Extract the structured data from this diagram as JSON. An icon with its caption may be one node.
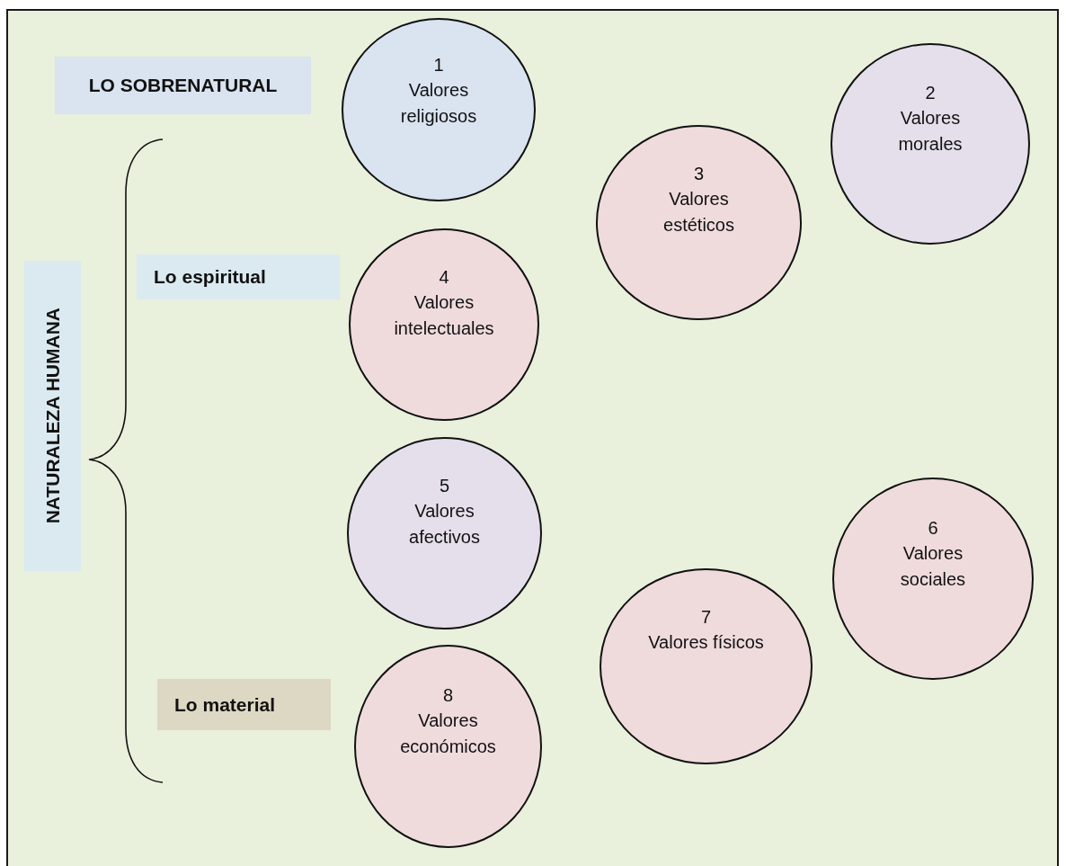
{
  "diagram": {
    "nodes": [
      {
        "text": [
          "LO SOBRENATURAL"
        ]
      },
      {
        "text": [
          "1",
          "Valores religiosos"
        ]
      },
      {
        "text": [
          "2",
          "Valores morales"
        ]
      },
      {
        "text": [
          "3",
          "Valores estéticos"
        ]
      },
      {
        "text": [
          "Lo espiritual"
        ]
      },
      {
        "text": [
          "4",
          "Valores intelectuales"
        ]
      },
      {
        "text": [
          "NATURALEZA HUMANA"
        ]
      },
      {
        "text": [
          "5",
          "Valores afectivos"
        ]
      },
      {
        "text": [
          "6",
          "Valores sociales"
        ]
      },
      {
        "text": [
          "7",
          "Valores físicos"
        ]
      },
      {
        "text": [
          "Lo material"
        ]
      },
      {
        "text": [
          "8",
          "Valores económicos"
        ]
      }
    ]
  }
}
